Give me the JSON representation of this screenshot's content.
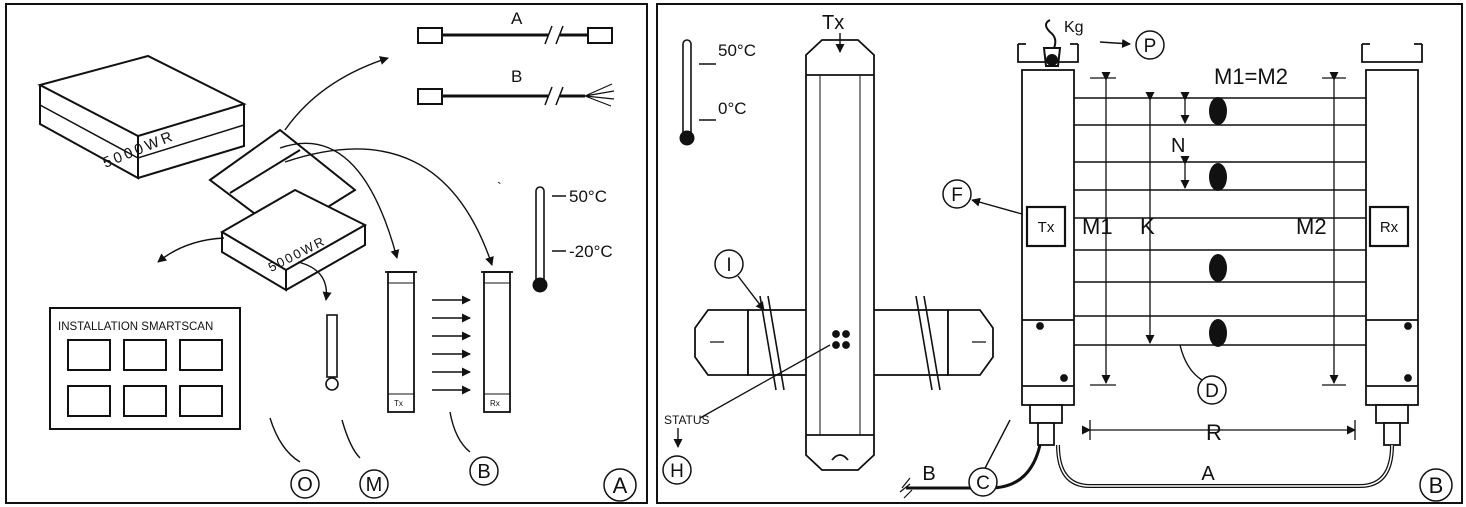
{
  "panel_a": {
    "corner_label": "A",
    "box_text": "5000WR",
    "box_text_small": "5000WR",
    "cable_a_label": "A",
    "cable_b_label": "B",
    "thermo_high": "50°C",
    "thermo_low": "-20°C",
    "manual_title": "INSTALLATION  SMARTSCAN",
    "tx_label": "Tx",
    "rx_label": "Rx",
    "callout_o": "O",
    "callout_m": "M",
    "callout_b": "B"
  },
  "panel_b": {
    "corner_label": "B",
    "thermo_high": "50°C",
    "thermo_low": "0°C",
    "tx_top_label": "Tx",
    "status_label": "STATUS",
    "callout_h": "H",
    "callout_i": "I",
    "callout_f": "F",
    "callout_p": "P",
    "callout_d": "D",
    "callout_c": "C",
    "weight_label": "Kg",
    "m_equation": "M1=M2",
    "label_n": "N",
    "label_m1": "M1",
    "label_k": "K",
    "label_m2": "M2",
    "label_r": "R",
    "label_a": "A",
    "label_b": "B",
    "tx_box": "Tx",
    "rx_box": "Rx"
  },
  "colors": {
    "ink": "#111111",
    "paper": "#ffffff"
  }
}
